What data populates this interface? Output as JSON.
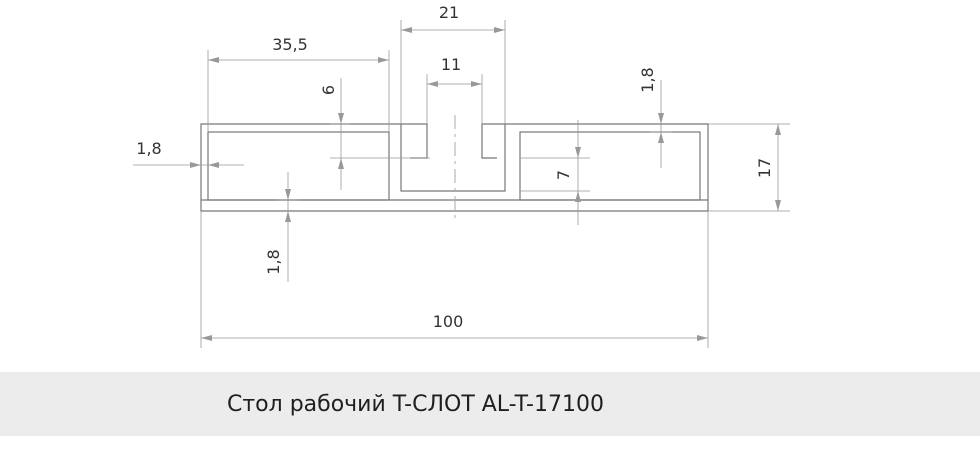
{
  "dimensions": {
    "overall_width": "100",
    "left_cell_width": "35,5",
    "slot_outer_width": "21",
    "slot_neck_width": "11",
    "flange_height_top": "6",
    "flange_height_right": "1,8",
    "left_wall": "1,8",
    "bottom_wall": "1,8",
    "cell_height": "7",
    "total_height": "17"
  },
  "caption": "Стол рабочий T-СЛОТ AL-T-17100",
  "colors": {
    "line": "#777777",
    "dim_line": "#999999",
    "text": "#333333",
    "caption_bg": "#ececec"
  }
}
